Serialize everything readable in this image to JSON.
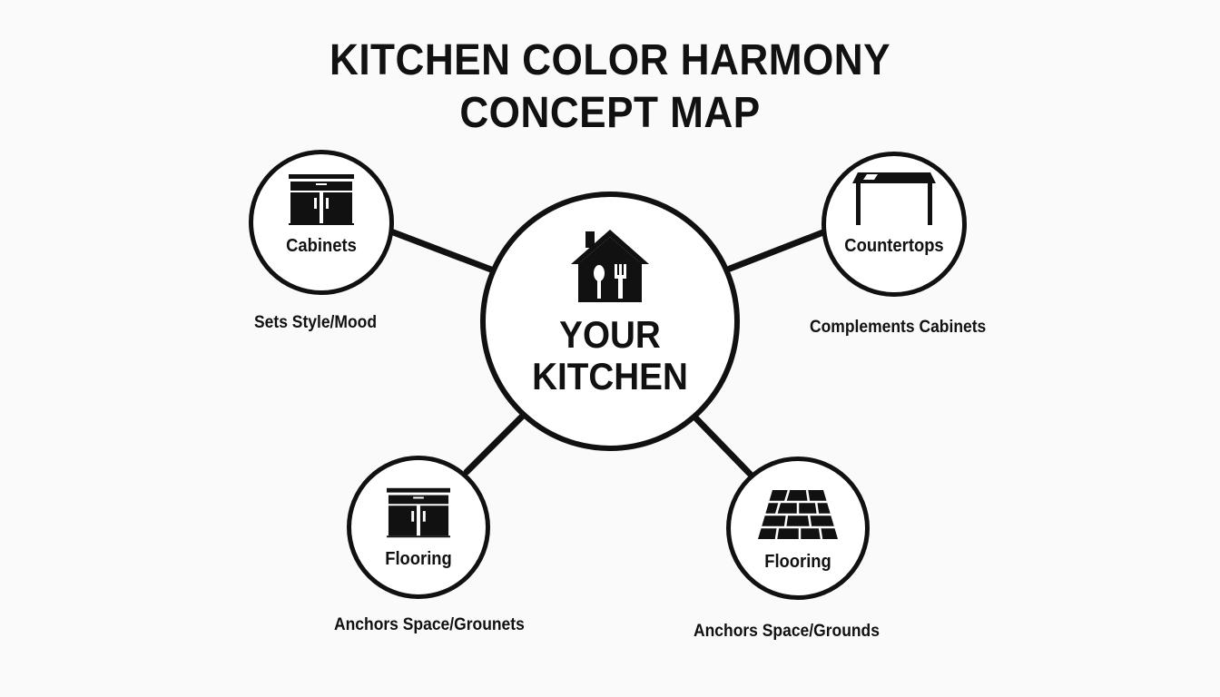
{
  "title": {
    "line1": "KITCHEN COLOR HARMONY",
    "line2": "CONCEPT MAP"
  },
  "center": {
    "label_line1": "YOUR",
    "label_line2": "KITCHEN",
    "icon": "house-with-utensils-icon"
  },
  "nodes": [
    {
      "id": "cabinets",
      "label": "Cabinets",
      "caption": "Sets Style/Mood",
      "icon": "cabinet-icon"
    },
    {
      "id": "countertops",
      "label": "Countertops",
      "caption": "Complements Cabinets",
      "icon": "countertop-table-icon"
    },
    {
      "id": "flooring-left",
      "label": "Flooring",
      "caption": "Anchors Space/Grounets",
      "icon": "cabinet-icon"
    },
    {
      "id": "flooring-right",
      "label": "Flooring",
      "caption": "Anchors Space/Grounds",
      "icon": "floor-tiles-icon"
    }
  ],
  "colors": {
    "ink": "#111111",
    "background": "#fafafa",
    "node_fill": "#ffffff"
  }
}
